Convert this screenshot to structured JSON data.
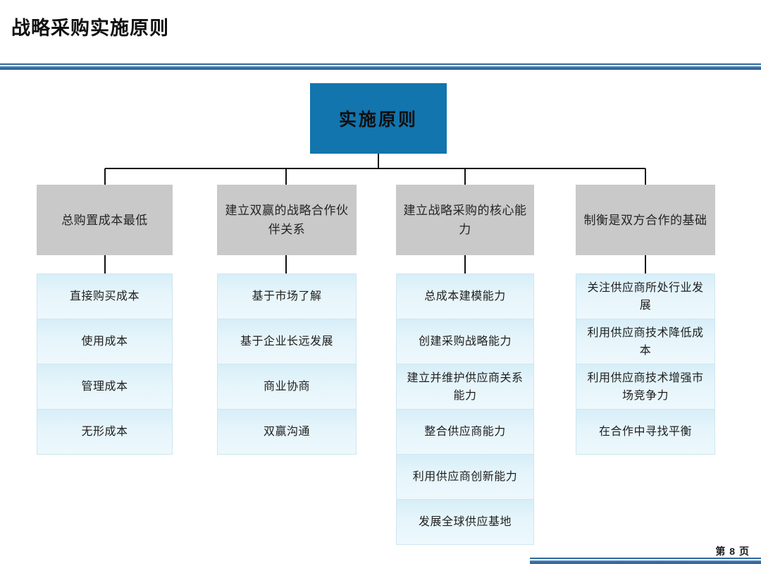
{
  "slide": {
    "title": "战略采购实施原则",
    "page_label": "第 8 页",
    "accent_color": "#1275ae",
    "rule_color": "#2e6a9e",
    "header_box_color": "#c9c9c9",
    "item_box_color": "#e4f3fb"
  },
  "chart_data": {
    "type": "diagram",
    "layout": "org-chart",
    "root": {
      "label": "实施原则",
      "fill": "#1275ae",
      "text_color": "#101010"
    },
    "branches": [
      {
        "header": "总购置成本最低",
        "items": [
          "直接购买成本",
          "使用成本",
          "管理成本",
          "无形成本"
        ]
      },
      {
        "header": "建立双赢的战略合作伙伴关系",
        "items": [
          "基于市场了解",
          "基于企业长远发展",
          "商业协商",
          "双赢沟通"
        ]
      },
      {
        "header": "建立战略采购的核心能力",
        "items": [
          "总成本建模能力",
          "创建采购战略能力",
          "建立并维护供应商关系能力",
          "整合供应商能力",
          "利用供应商创新能力",
          "发展全球供应基地"
        ]
      },
      {
        "header": "制衡是双方合作的基础",
        "items": [
          "关注供应商所处行业发展",
          "利用供应商技术降低成本",
          "利用供应商技术增强市场竞争力",
          "在合作中寻找平衡"
        ]
      }
    ]
  }
}
